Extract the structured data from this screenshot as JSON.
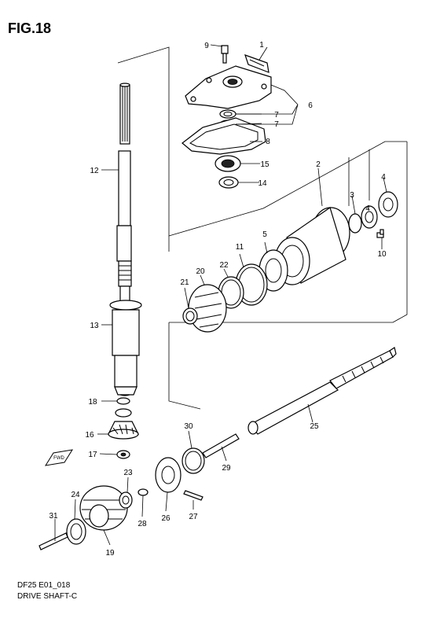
{
  "figure_title": "FIG.18",
  "diagram_code": "DF25 E01_018",
  "diagram_name": "DRIVE SHAFT-C",
  "fwd_label": "FWD",
  "callouts": [
    "1",
    "2",
    "3",
    "4",
    "4",
    "5",
    "6",
    "7",
    "7",
    "8",
    "9",
    "10",
    "11",
    "12",
    "13",
    "14",
    "15",
    "16",
    "17",
    "18",
    "19",
    "20",
    "21",
    "22",
    "23",
    "24",
    "25",
    "26",
    "27",
    "28",
    "29",
    "30",
    "31"
  ]
}
